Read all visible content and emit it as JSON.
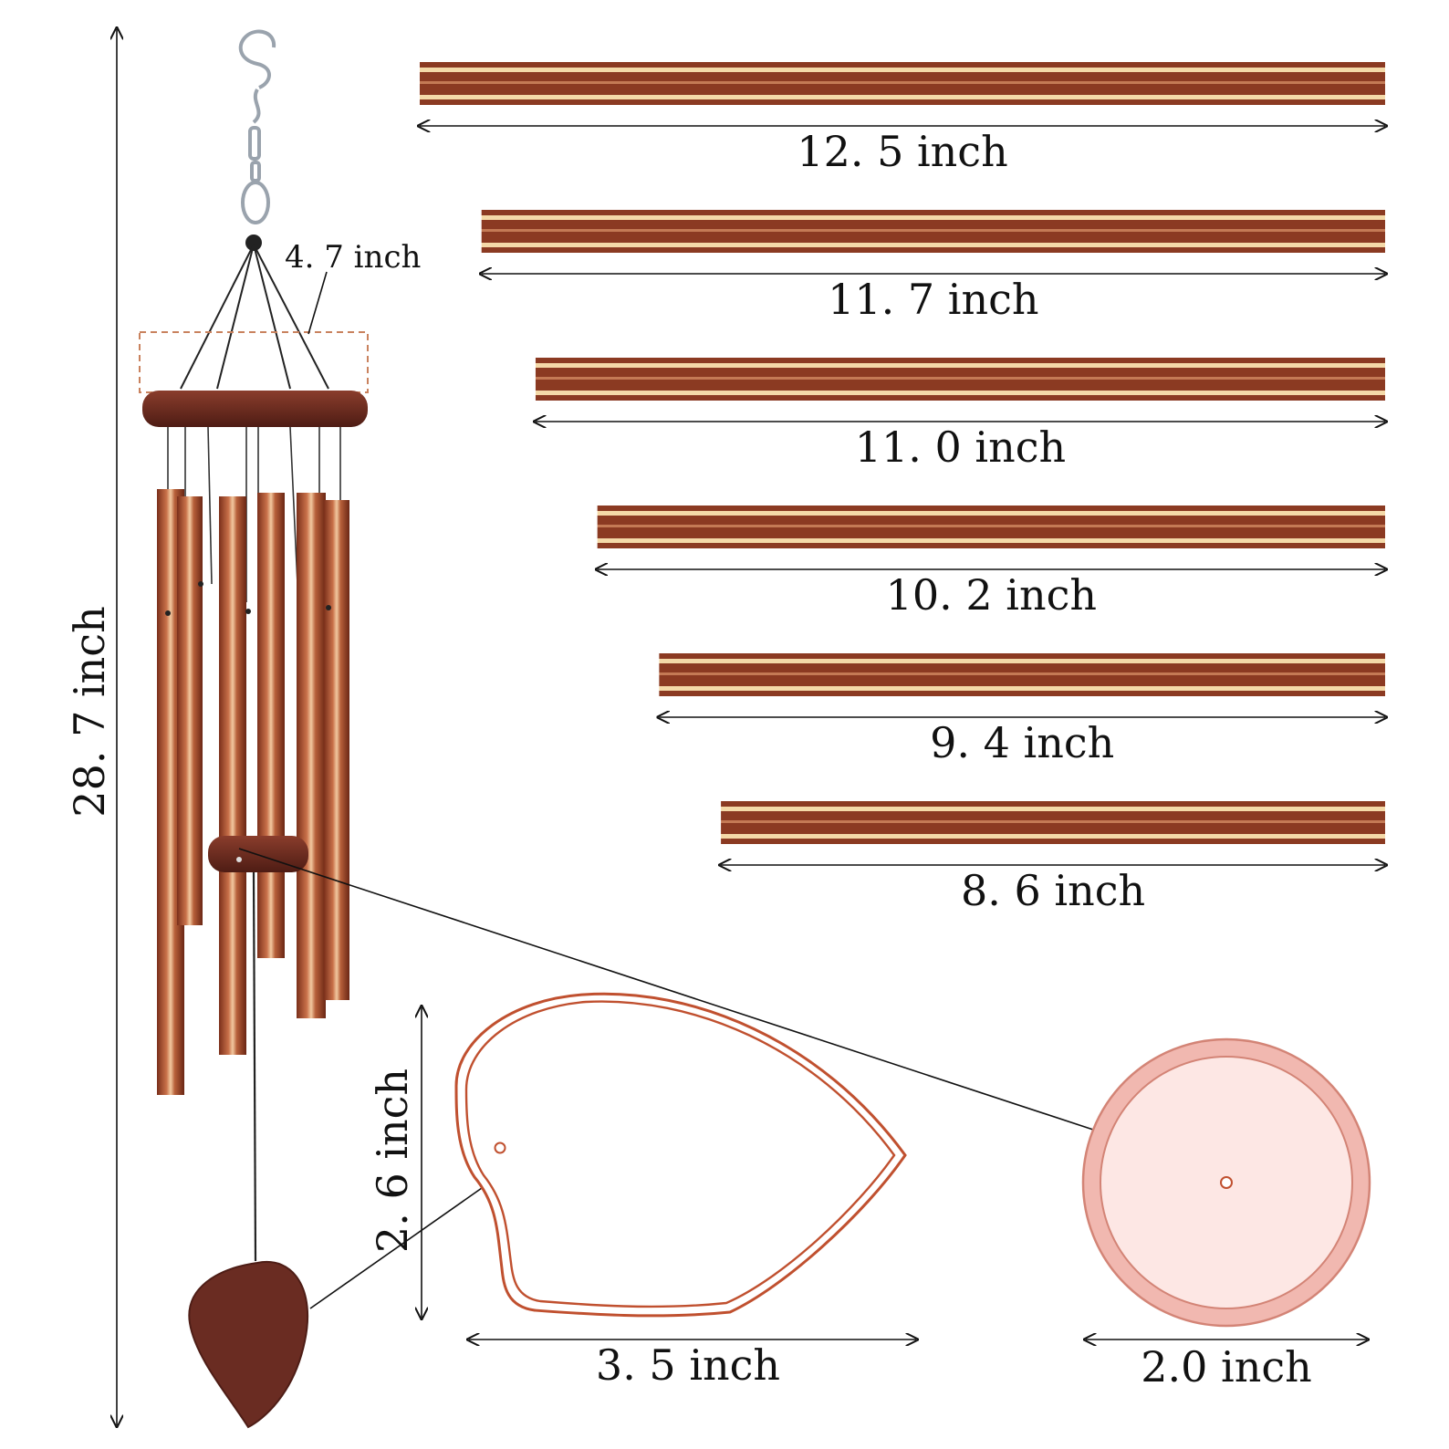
{
  "overall_height_label": "28. 7 inch",
  "top_ring_label": "4. 7 inch",
  "tubes": [
    {
      "label": "12. 5 inch",
      "length_in": 12.5
    },
    {
      "label": "11. 7 inch",
      "length_in": 11.7
    },
    {
      "label": "11. 0 inch",
      "length_in": 11.0
    },
    {
      "label": "10. 2 inch",
      "length_in": 10.2
    },
    {
      "label": "9. 4 inch",
      "length_in": 9.4
    },
    {
      "label": "8. 6 inch",
      "length_in": 8.6
    }
  ],
  "sail": {
    "height_label": "2. 6 inch",
    "width_label": "3. 5 inch"
  },
  "striker": {
    "width_label": "2.0 inch"
  },
  "colors": {
    "tube_dark": "#8b3a22",
    "tube_light": "#f4d9a8",
    "wood": "#6e2a1f",
    "outline": "#c0502f",
    "striker_fill": "#f6d3cf",
    "striker_ring": "#f1b8b0"
  }
}
